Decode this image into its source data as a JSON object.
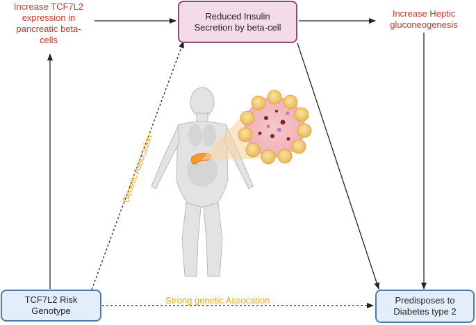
{
  "nodes": {
    "reduced_insulin": [
      "Reduced Insulin",
      "Secretion by beta-cell"
    ],
    "increase_tcf7l2": [
      "Increase TCF7L2",
      "expression in",
      "pancreatic beta-",
      "cells"
    ],
    "increase_heptic": [
      "Increase Heptic",
      "gluconeogenesis"
    ],
    "tcf7l2_genotype": [
      "TCF7L2 Risk",
      "Genotype"
    ],
    "predisposes": [
      "Predisposes to",
      "Diabetes type 2"
    ]
  },
  "edge_labels": {
    "genetic": "Genetic Assocation",
    "strong": "Strong genetic Assocation"
  },
  "colors": {
    "pink_fill": "#f4dbe8",
    "pink_border": "#8f4b6c",
    "blue_fill": "#e2eef9",
    "blue_border": "#5079a8",
    "red_text": "#d9342b",
    "orange_text": "#f3a51a"
  },
  "icons": [
    "human-body-illustration",
    "pancreas-icon",
    "pancreatic-tissue-magnified"
  ]
}
